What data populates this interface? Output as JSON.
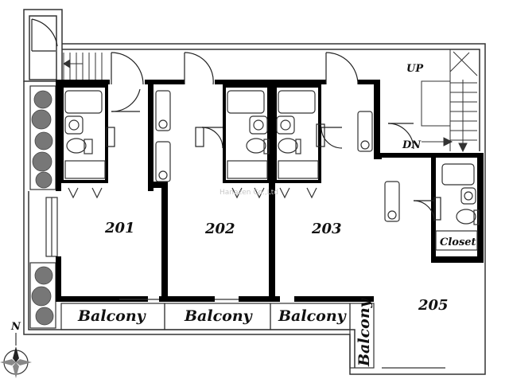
{
  "rooms": {
    "r201": "201",
    "r202": "202",
    "r203": "203",
    "r205": "205"
  },
  "balconies": {
    "b1": "Balcony",
    "b2": "Balcony",
    "b3": "Balcony",
    "b4": "Balcony"
  },
  "closet": "Closet",
  "stairs": {
    "up": "UP",
    "down": "DN"
  },
  "compass": "N",
  "watermark": "Hanazen Co.,Ltd",
  "colors": {
    "wall": "#000000",
    "line": "#333333",
    "plant": "#6b6b6b",
    "background": "#ffffff"
  }
}
